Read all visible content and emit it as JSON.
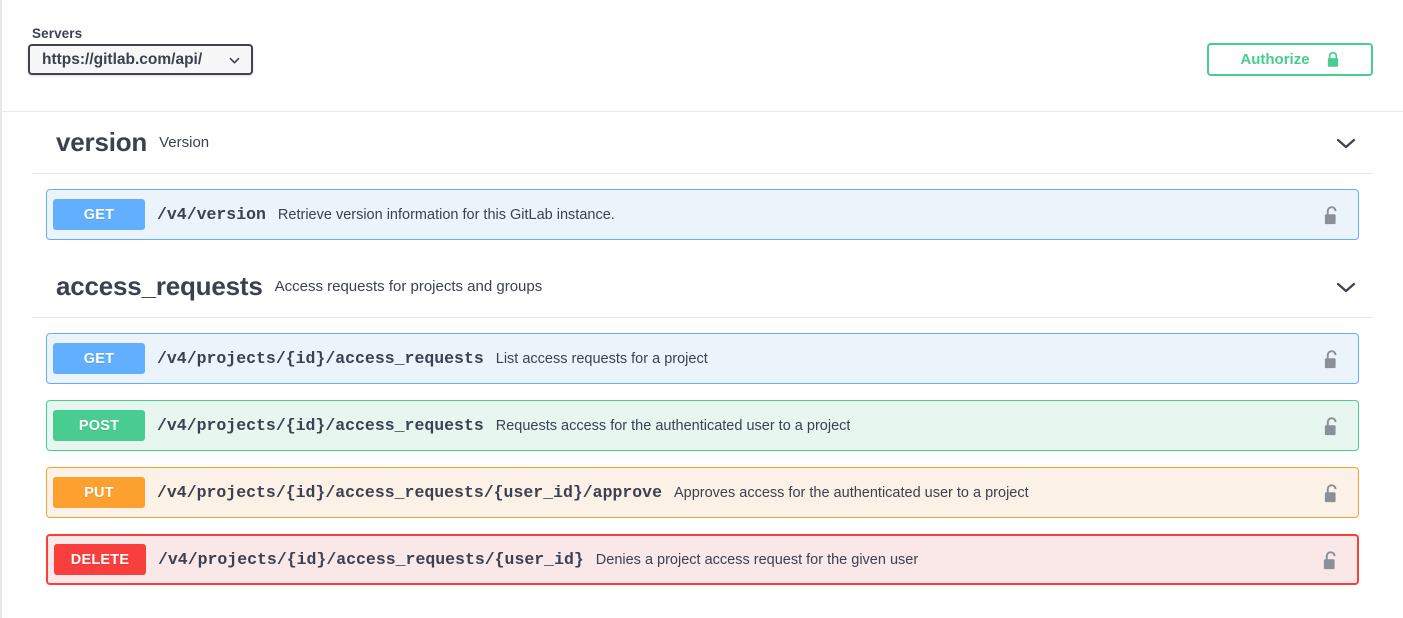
{
  "scheme_bar": {
    "servers_label": "Servers",
    "server_selected": "https://gitlab.com/api/",
    "server_options": [
      "https://gitlab.com/api/"
    ],
    "caret_icon": "chevron-down-icon",
    "authorize_label": "Authorize",
    "authorize_icon": "lock-closed-icon",
    "authorize_color": "#49cc90"
  },
  "tags": [
    {
      "name": "version",
      "description": "Version",
      "chevron_icon": "chevron-down-icon",
      "operations": [
        {
          "method": "GET",
          "path": "/v4/version",
          "summary": "Retrieve version information for this GitLab instance.",
          "lock_icon": "lock-open-icon",
          "accent": "#61affe"
        }
      ]
    },
    {
      "name": "access_requests",
      "description": "Access requests for projects and groups",
      "chevron_icon": "chevron-down-icon",
      "operations": [
        {
          "method": "GET",
          "path": "/v4/projects/{id}/access_requests",
          "summary": "List access requests for a project",
          "lock_icon": "lock-open-icon",
          "accent": "#61affe"
        },
        {
          "method": "POST",
          "path": "/v4/projects/{id}/access_requests",
          "summary": "Requests access for the authenticated user to a project",
          "lock_icon": "lock-open-icon",
          "accent": "#49cc90"
        },
        {
          "method": "PUT",
          "path": "/v4/projects/{id}/access_requests/{user_id}/approve",
          "summary": "Approves access for the authenticated user to a project",
          "lock_icon": "lock-open-icon",
          "accent": "#fca130"
        },
        {
          "method": "DELETE",
          "path": "/v4/projects/{id}/access_requests/{user_id}",
          "summary": "Denies a project access request for the given user",
          "lock_icon": "lock-open-icon",
          "accent": "#f93e3e"
        }
      ]
    }
  ]
}
